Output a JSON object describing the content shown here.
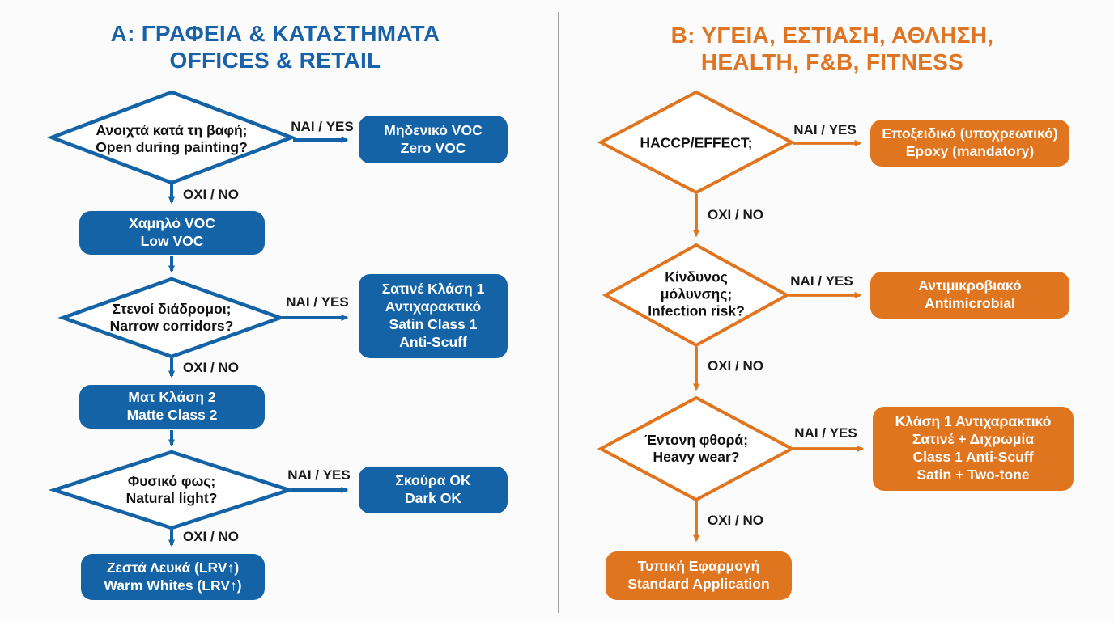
{
  "colors": {
    "blue": "#1463a6",
    "blue_title": "#1a62a7",
    "orange": "#e0751f",
    "orange_title": "#df7523",
    "label_text": "#1a1a1a",
    "node_text_on_fill": "#ffffff",
    "divider": "#9e9e9e",
    "background": "#fbfbfb"
  },
  "labels": {
    "yes": "ΝΑΙ / YES",
    "no": "ΟΧΙ / NO"
  },
  "left": {
    "title": "Α: ΓΡΑΦΕΙΑ & ΚΑΤΑΣΤΗΜΑΤΑ\nOFFICES & RETAIL",
    "decisions": [
      "Ανοιχτά κατά τη βαφή;\nOpen during painting?",
      "Στενοί διάδρομοι;\nNarrow corridors?",
      "Φυσικό φως;\nNatural light?"
    ],
    "results": [
      "Μηδενικό VOC\nZero VOC",
      "Χαμηλό VOC\nLow VOC",
      "Σατινέ Κλάση 1\nΑντιχαρακτικό\nSatin Class 1\nAnti-Scuff",
      "Ματ Κλάση 2\nMatte Class 2",
      "Σκούρα ΟΚ\nDark OK",
      "Ζεστά Λευκά (LRV↑)\nWarm Whites (LRV↑)"
    ]
  },
  "right": {
    "title": "Β: ΥΓΕΙΑ, ΕΣΤΙΑΣΗ, ΑΘΛΗΣΗ,\nHEALTH, F&B, FITNESS",
    "decisions": [
      "HACCP/EFFECT;",
      "Κίνδυνος\nμόλυνσης;\nInfection risk?",
      "Έντονη φθορά;\nHeavy wear?"
    ],
    "results": [
      "Εποξειδικό (υποχρεωτικό)\nEpoxy (mandatory)",
      "Αντιμικροβιακό\nAntimicrobial",
      "Κλάση 1 Αντιχαρακτικό\nΣατινέ + Διχρωμία\nClass 1 Anti-Scuff\nSatin + Two-tone",
      "Τυπική Εφαρμογή\nStandard Application"
    ]
  }
}
